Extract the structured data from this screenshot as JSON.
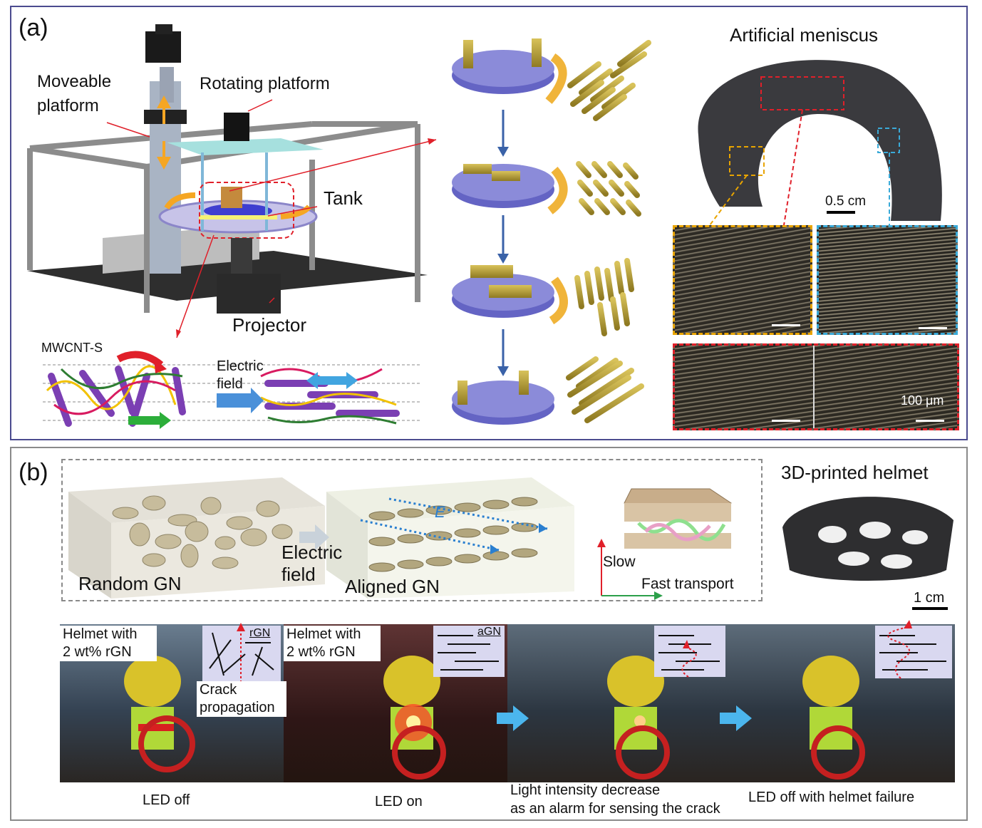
{
  "panel_a": {
    "label": "(a)",
    "moveable_platform": [
      "Moveable",
      "platform"
    ],
    "rotating_platform": "Rotating platform",
    "tank": "Tank",
    "projector": "Projector",
    "mwcnt": "MWCNT-S",
    "electric_field": [
      "Electric",
      "field"
    ],
    "meniscus_title": "Artificial meniscus",
    "scale_05": "0.5 cm",
    "scale_100": "100 μm"
  },
  "panel_b": {
    "label": "(b)",
    "random_gn": "Random GN",
    "aligned_gn": "Aligned GN",
    "electric_field": [
      "Electric",
      "field"
    ],
    "e_label": "E",
    "slow": "Slow",
    "fast_transport": "Fast transport",
    "helmet_title": "3D-printed helmet",
    "scale_1cm": "1 cm",
    "photo1_label": [
      "Helmet with",
      "2 wt% rGN"
    ],
    "photo1_inset": "rGN",
    "crack": [
      "Crack",
      "propagation"
    ],
    "photo2_label": [
      "Helmet with",
      "2 wt% rGN"
    ],
    "photo2_inset": "aGN",
    "captions": [
      "LED off",
      "LED on",
      "Light intensity decrease",
      "as an alarm for sensing the crack",
      "LED off with helmet failure"
    ]
  },
  "colors": {
    "panel_a_border": "#4b4b8f",
    "panel_b_border": "#8a8a8a",
    "yellow_dash": "#e8a400",
    "cyan_dash": "#3aaad8",
    "red_dash": "#e0202a",
    "inset_bg": "#d9d8f0"
  }
}
